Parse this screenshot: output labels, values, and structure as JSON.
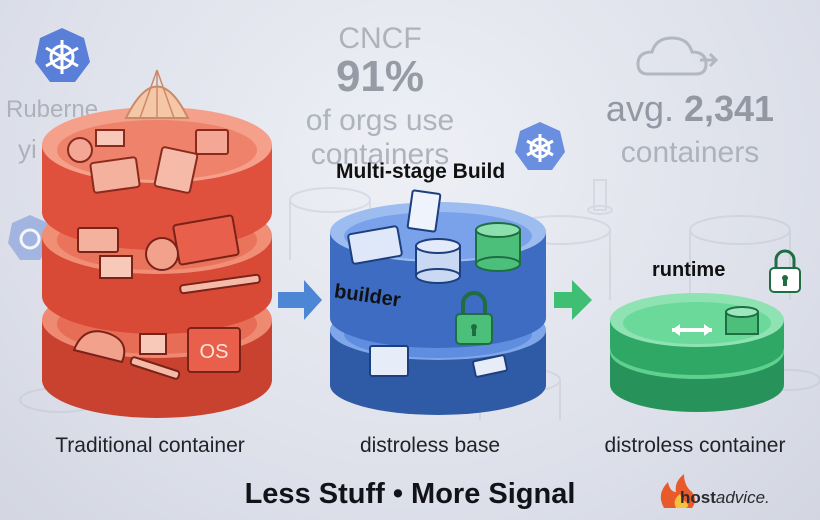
{
  "stat_cncf": {
    "source": "CNCF",
    "value": "91%",
    "line1": "of orgs use",
    "line2": "containers"
  },
  "stat_avg": {
    "prefix": "avg.",
    "value": "2,341",
    "unit": "containers"
  },
  "kube_fragment": {
    "line1": "Ruberne",
    "line2": "yi"
  },
  "labels": {
    "traditional": "Traditional container",
    "distroless_base": "distroless base",
    "distroless_container": "distroless container"
  },
  "tags": {
    "multi_stage": "Multi-stage Build",
    "builder": "builder",
    "runtime": "runtime",
    "os_box": "OS"
  },
  "footer": "Less Stuff • More Signal",
  "brand": {
    "part1": "host",
    "part2": "advice."
  },
  "colors": {
    "red": "#e5533f",
    "red_dark": "#b8372a",
    "blue": "#4f7fcf",
    "blue_dark": "#2f5aa6",
    "green": "#3fbf73",
    "green_dark": "#27935a",
    "arrow_blue": "#4e86d6",
    "arrow_green": "#3fbf73"
  }
}
